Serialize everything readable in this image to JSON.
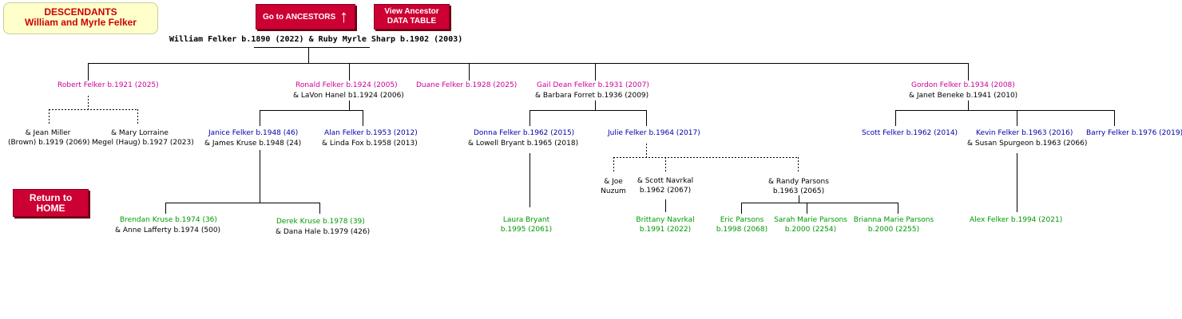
{
  "header": {
    "title_line1": "DESCENDANTS",
    "title_line2": "William and Myrle Felker",
    "btn_ancestors": "Go to ANCESTORS",
    "btn_data_line1": "View Ancestor",
    "btn_data_line2": "DATA TABLE",
    "btn_home_line1": "Return to",
    "btn_home_line2": "HOME",
    "arrow": "↑"
  },
  "root": "William Felker b.1890 (2022) & Ruby Myrle Sharp b.1902 (2003)",
  "gen1": {
    "robert": "Robert Felker b.1921 (2025)",
    "ronald": "Ronald Felker b.1924 (2005)",
    "ronald_sp": "& LaVon Hanel b1.1924 (2006)",
    "duane": "Duane Felker b.1928 (2025)",
    "gail": "Gail Dean Felker b.1931 (2007)",
    "gail_sp": "& Barbara Forret b.1936 (2009)",
    "gordon": "Gordon Felker b.1934 (2008)",
    "gordon_sp": "& Janet Beneke b.1941 (2010)"
  },
  "gen2": {
    "jean_1": "& Jean Miller",
    "jean_2": "(Brown) b.1919 (2069)",
    "mary_1": "& Mary Lorraine",
    "mary_2": "Megel (Haug) b.1927 (2023)",
    "janice": "Janice Felker b.1948 (46)",
    "janice_sp": "& James Kruse b.1948 (24)",
    "alan": "Alan Felker b.1953 (2012)",
    "alan_sp": "& Linda Fox b.1958 (2013)",
    "donna": "Donna Felker b.1962 (2015)",
    "donna_sp": "& Lowell Bryant b.1965 (2018)",
    "julie": "Julie Felker b.1964 (2017)",
    "scott": "Scott Felker b.1962 (2014)",
    "kevin": "Kevin Felker b.1963 (2016)",
    "kevin_sp": "& Susan Spurgeon b.1963 (2066)",
    "barry": "Barry Felker b.1976 (2019)"
  },
  "julie_spouses": {
    "joe_1": "& Joe",
    "joe_2": "Nuzum",
    "scottn_1": "& Scott Navrkal",
    "scottn_2": "b.1962 (2067)",
    "randy_1": "& Randy Parsons",
    "randy_2": "b.1963 (2065)"
  },
  "gen3": {
    "brendan": "Brendan Kruse b.1974 (36)",
    "brendan_sp": "& Anne Lafferty b.1974 (500)",
    "derek": "Derek Kruse b.1978 (39)",
    "derek_sp": "& Dana Hale b.1979 (426)",
    "laura_1": "Laura Bryant",
    "laura_2": "b.1995 (2061)",
    "brittany_1": "Brittany Navrkal",
    "brittany_2": "b.1991 (2022)",
    "eric_1": "Eric Parsons",
    "eric_2": "b.1998 (2068)",
    "sarah_1": "Sarah Marie Parsons",
    "sarah_2": "b.2000 (2254)",
    "brianna_1": "Brianna Marie Parsons",
    "brianna_2": "b.2000 (2255)",
    "alex": "Alex Felker b.1994 (2021)"
  }
}
